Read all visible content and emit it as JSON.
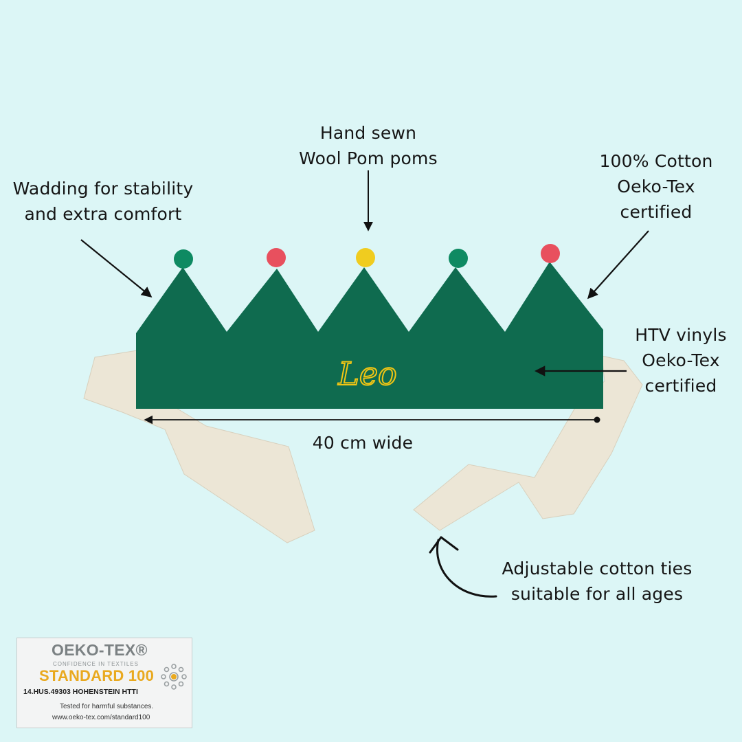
{
  "annotations": {
    "pompoms": [
      "Hand sewn",
      "Wool Pom poms"
    ],
    "wadding": [
      "Wadding for stability",
      "and extra comfort"
    ],
    "cotton": [
      "100% Cotton",
      "Oeko-Tex",
      "certified"
    ],
    "htv": [
      "HTV vinyls",
      "Oeko-Tex",
      "certified"
    ],
    "width": "40 cm wide",
    "ties": [
      "Adjustable cotton ties",
      "suitable for all ages"
    ]
  },
  "crown": {
    "name_text": "Leo",
    "felt_color": "#0f6b4f",
    "tie_color": "#ece6d6",
    "pompom_colors": [
      "#0e8a62",
      "#e8505e",
      "#f0cc1f",
      "#0e8a62",
      "#e8505e"
    ],
    "embroidery_color": "#f0c514"
  },
  "oeko_label": {
    "brand": "OEKO-TEX®",
    "tagline": "CONFIDENCE IN TEXTILES",
    "standard": "STANDARD 100",
    "code": "14.HUS.49303 HOHENSTEIN HTTI",
    "tested": "Tested for harmful substances.",
    "url": "www.oeko-tex.com/standard100"
  },
  "background_color": "#dcf6f6"
}
